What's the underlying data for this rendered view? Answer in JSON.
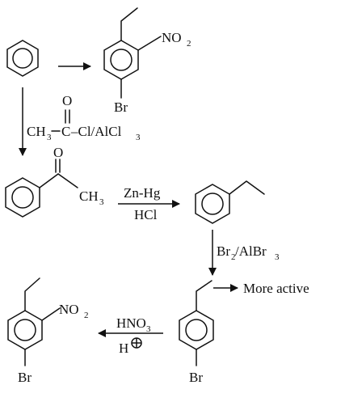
{
  "labels": {
    "nitro_top": "NO",
    "nitro_top_sub": "2",
    "br_top": "Br",
    "reagent1_c": "C",
    "reagent1_o": "O",
    "reagent1_pre": "CH",
    "reagent1_pre_sub": "3",
    "reagent1_post": "–Cl/AlCl",
    "reagent1_post_sub": "3",
    "ketone_o": "O",
    "ketone_ch3": "CH",
    "ketone_ch3_sub": "3",
    "reagent2_top": "Zn-Hg",
    "reagent2_bottom": "HCl",
    "reagent3_a": "Br",
    "reagent3_a_sub": "2",
    "reagent3_b": "/AlBr",
    "reagent3_b_sub": "3",
    "more_active": "More active",
    "br_mid": "Br",
    "reagent4_top": "HNO",
    "reagent4_top_sub": "3",
    "reagent4_bottom": "H",
    "nitro_bottom": "NO",
    "nitro_bottom_sub": "2",
    "br_bottom": "Br"
  }
}
